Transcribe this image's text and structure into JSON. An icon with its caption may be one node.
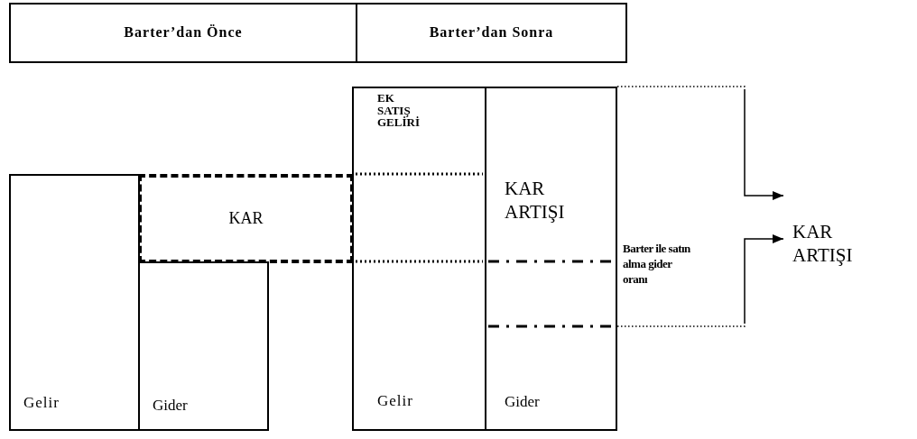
{
  "diagram": {
    "nodes": [
      {
        "text": [
          "Barter’dan Önce"
        ]
      },
      {
        "text": [
          "Barter’dan Sonra"
        ]
      },
      {
        "text": [
          "Gelir"
        ]
      },
      {
        "text": [
          "Gider"
        ]
      },
      {
        "text": [
          "KAR"
        ]
      },
      {
        "text": [
          "EK SATIŞ GELİRİ",
          "Gelir"
        ]
      },
      {
        "text": [
          "KAR ARTIŞI",
          "Gider"
        ]
      },
      {
        "text": [
          "KAR ARTIŞI"
        ]
      }
    ],
    "edges": [
      {
        "from": 6,
        "to": 7,
        "arrow": "to"
      },
      {
        "from": 6,
        "to": 7,
        "arrow": "to"
      }
    ],
    "labels": [
      "Barter ile satın alma gider oranı"
    ]
  }
}
